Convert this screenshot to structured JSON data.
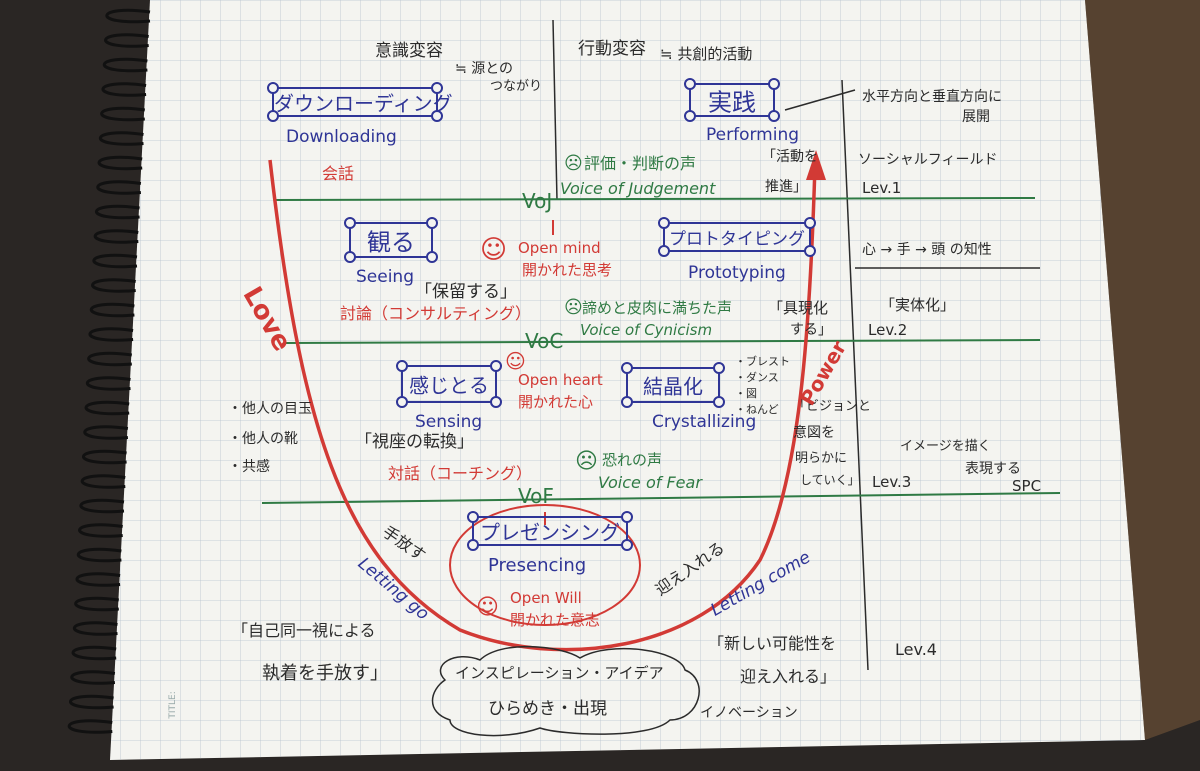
{
  "colors": {
    "red": "#d23a35",
    "blue": "#2f3596",
    "green": "#2f7a44",
    "black": "#2b2b2b",
    "paper": "#f4f4f0",
    "grid": "#b8c3cf"
  },
  "header": {
    "left_title": "意識変容",
    "left_sub1": "≒ 源との",
    "left_sub2": "つながり",
    "right_title": "行動変容",
    "right_sub": "≒ 共創的活動"
  },
  "stages": {
    "downloading": {
      "jp": "ダウンローディング",
      "en": "Downloading"
    },
    "seeing": {
      "jp": "観る",
      "en": "Seeing"
    },
    "sensing": {
      "jp": "感じとる",
      "en": "Sensing"
    },
    "presencing": {
      "jp": "プレゼンシング",
      "en": "Presencing"
    },
    "crystallizing": {
      "jp": "結晶化",
      "en": "Crystallizing"
    },
    "prototyping": {
      "jp": "プロトタイピング",
      "en": "Prototyping"
    },
    "performing": {
      "jp": "実践",
      "en": "Performing"
    }
  },
  "levels": {
    "voj": "VoJ",
    "voc": "VoC",
    "vof": "VoF"
  },
  "voices": {
    "judgement_jp": "評価・判断の声",
    "judgement_en": "Voice of Judgement",
    "cynicism_jp": "諦めと皮肉に満ちた声",
    "cynicism_en": "Voice of Cynicism",
    "fear_jp": "恐れの声",
    "fear_en": "Voice of Fear"
  },
  "opens": {
    "mind_en": "Open mind",
    "mind_jp": "開かれた思考",
    "heart_en": "Open heart",
    "heart_jp": "開かれた心",
    "will_en": "Open Will",
    "will_jp": "開かれた意志"
  },
  "left_notes": {
    "kaiwa": "会話",
    "hold": "「保留する」",
    "touron": "討論（コンサルティング）",
    "viewpoint": "「視座の転換」",
    "taiwa": "対話（コーチング）",
    "other1": "・他人の目玉",
    "other2": "・他人の靴",
    "other3": "・共感",
    "letgo_jp": "手放す",
    "letgo_en": "Letting go",
    "identify1": "「自己同一視による",
    "identify2": "執着を手放す」"
  },
  "right_notes": {
    "practice1": "「活動を",
    "practice2": "推進」",
    "embody1": "「具現化",
    "embody2": "する」",
    "materialize": "「実体化」",
    "crystal_items": "・ブレスト\n・ダンス\n・図\n・ねんど",
    "vision1": "「ビジョンと",
    "vision2": "意図を",
    "vision3": "明らかに",
    "vision4": "していく」",
    "image1": "イメージを描く",
    "image2": "表現する",
    "welcome_jp": "迎え入れる",
    "welcome_en": "Letting come",
    "newpos1": "「新しい可能性を",
    "newpos2": "迎え入れる」"
  },
  "side_panel": {
    "expand1": "水平方向と垂直方向に",
    "expand2": "展開",
    "social": "ソーシャルフィールド",
    "lev1": "Lev.1",
    "knowledge": "心 → 手 → 頭 の知性",
    "lev2": "Lev.2",
    "lev3": "Lev.3",
    "spc": "SPC",
    "lev4": "Lev.4"
  },
  "curve_labels": {
    "love": "Love",
    "power": "Power"
  },
  "bottom": {
    "cloud1": "インスピレーション・アイデア",
    "cloud2": "ひらめき・出現",
    "innovation": "イノベーション"
  },
  "page_label": "TITLE:"
}
